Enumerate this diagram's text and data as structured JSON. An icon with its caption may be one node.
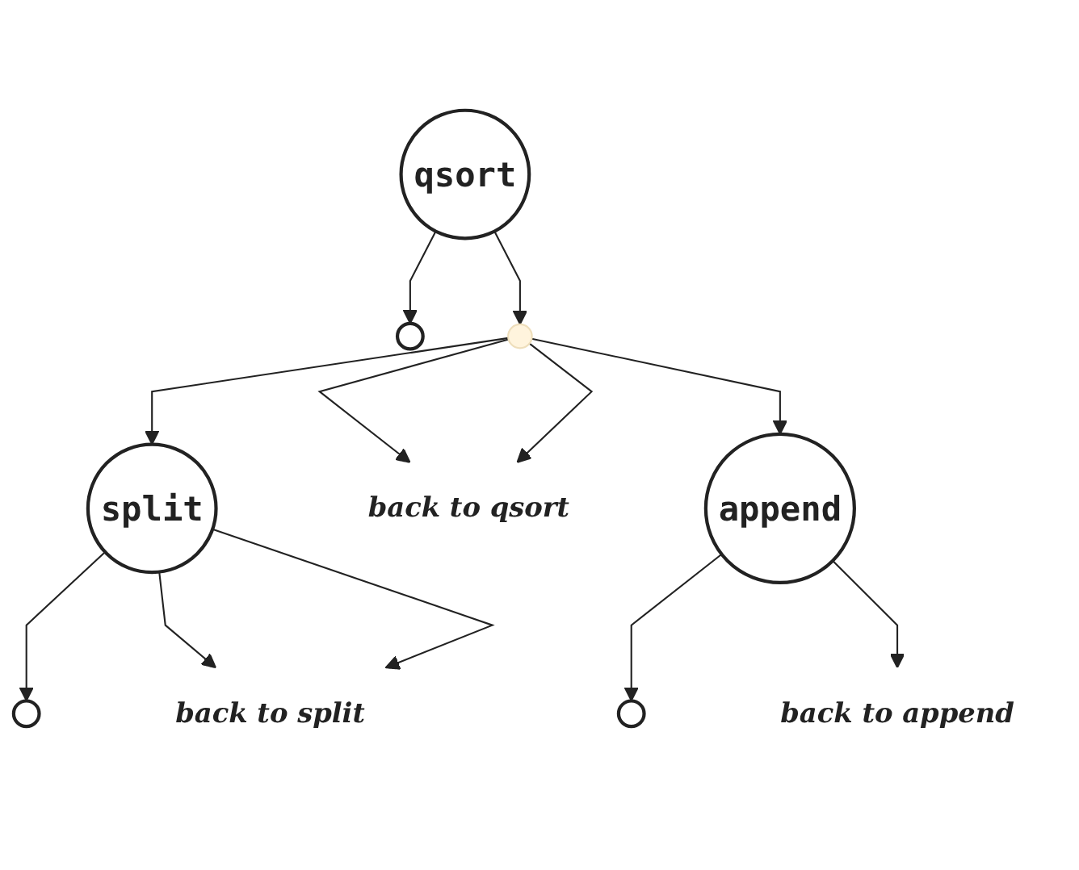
{
  "diagram": {
    "nodes": [
      {
        "text": [
          "qsort"
        ]
      },
      {
        "text": [],
        "shape": "circle"
      },
      {
        "text": [],
        "shape": "point"
      },
      {
        "text": [
          "split"
        ]
      },
      {
        "text": [
          "back to qsort"
        ]
      },
      {
        "text": [
          "append"
        ]
      },
      {
        "text": [],
        "shape": "circle"
      },
      {
        "text": [
          "back to split"
        ]
      },
      {
        "text": [],
        "shape": "circle"
      },
      {
        "text": [
          "back to append"
        ]
      }
    ],
    "edges": [
      {
        "from": 0,
        "to": 1,
        "arrow": "to"
      },
      {
        "from": 0,
        "to": 2,
        "arrow": "to"
      },
      {
        "from": 2,
        "to": 3,
        "arrow": "to"
      },
      {
        "from": 2,
        "to": 4,
        "arrow": "to"
      },
      {
        "from": 2,
        "to": 4,
        "arrow": "to"
      },
      {
        "from": 2,
        "to": 5,
        "arrow": "to"
      },
      {
        "from": 3,
        "to": 6,
        "arrow": "to"
      },
      {
        "from": 3,
        "to": 7,
        "arrow": "to"
      },
      {
        "from": 3,
        "to": 7,
        "arrow": "to"
      },
      {
        "from": 5,
        "to": 8,
        "arrow": "to"
      },
      {
        "from": 5,
        "to": 9,
        "arrow": "to"
      }
    ]
  }
}
